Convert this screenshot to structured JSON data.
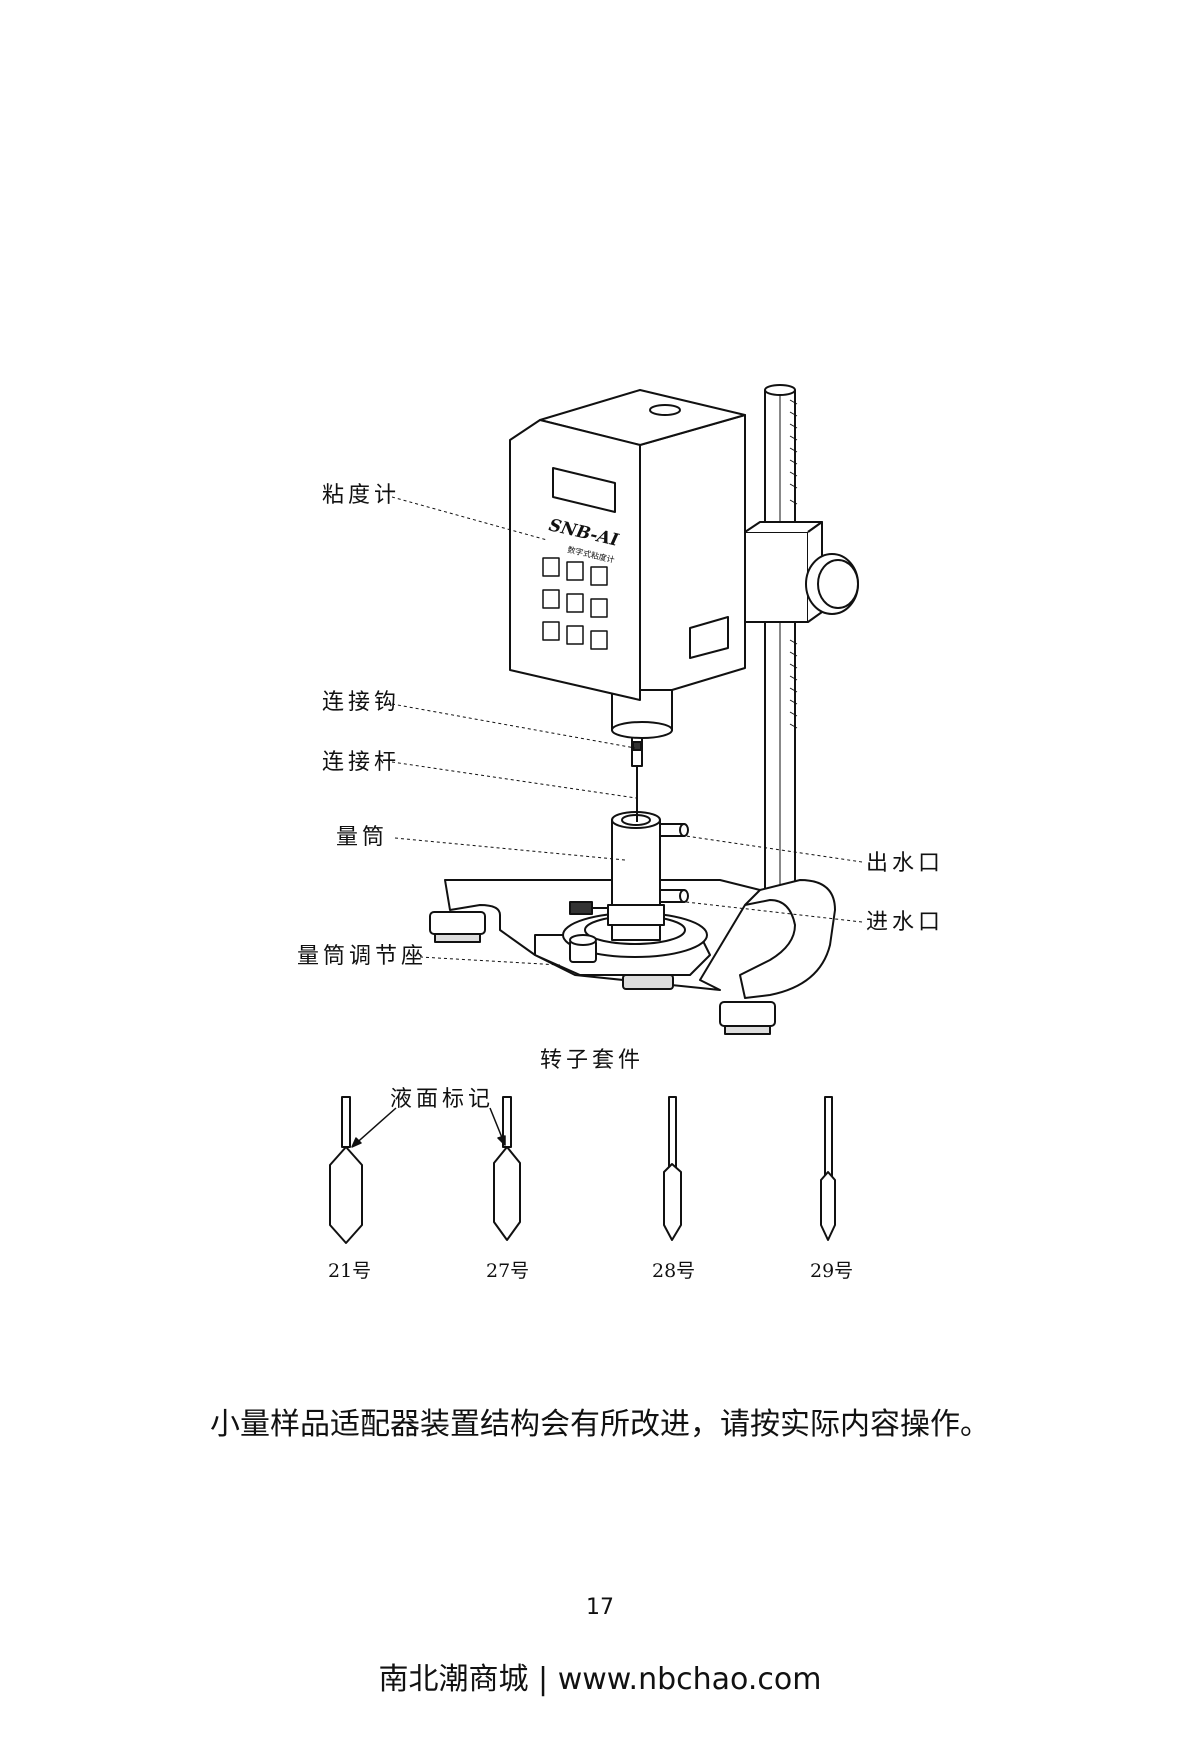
{
  "diagram": {
    "labels": {
      "viscometer": "粘度计",
      "connecting_hook": "连接钩",
      "connecting_rod": "连接杆",
      "measuring_cylinder": "量筒",
      "cylinder_adjusting_seat": "量筒调节座",
      "water_outlet": "出水口",
      "water_inlet": "进水口"
    },
    "device": {
      "model": "SNB-AI",
      "name": "数字式粘度计"
    },
    "rotor_kit": {
      "title": "转子套件",
      "liquid_mark_label": "液面标记",
      "rotors": [
        "21号",
        "27号",
        "28号",
        "29号"
      ]
    }
  },
  "caption": "小量样品适配器装置结构会有所改进，请按实际内容操作。",
  "page_number": "17",
  "footer": "南北潮商城 | www.nbchao.com"
}
